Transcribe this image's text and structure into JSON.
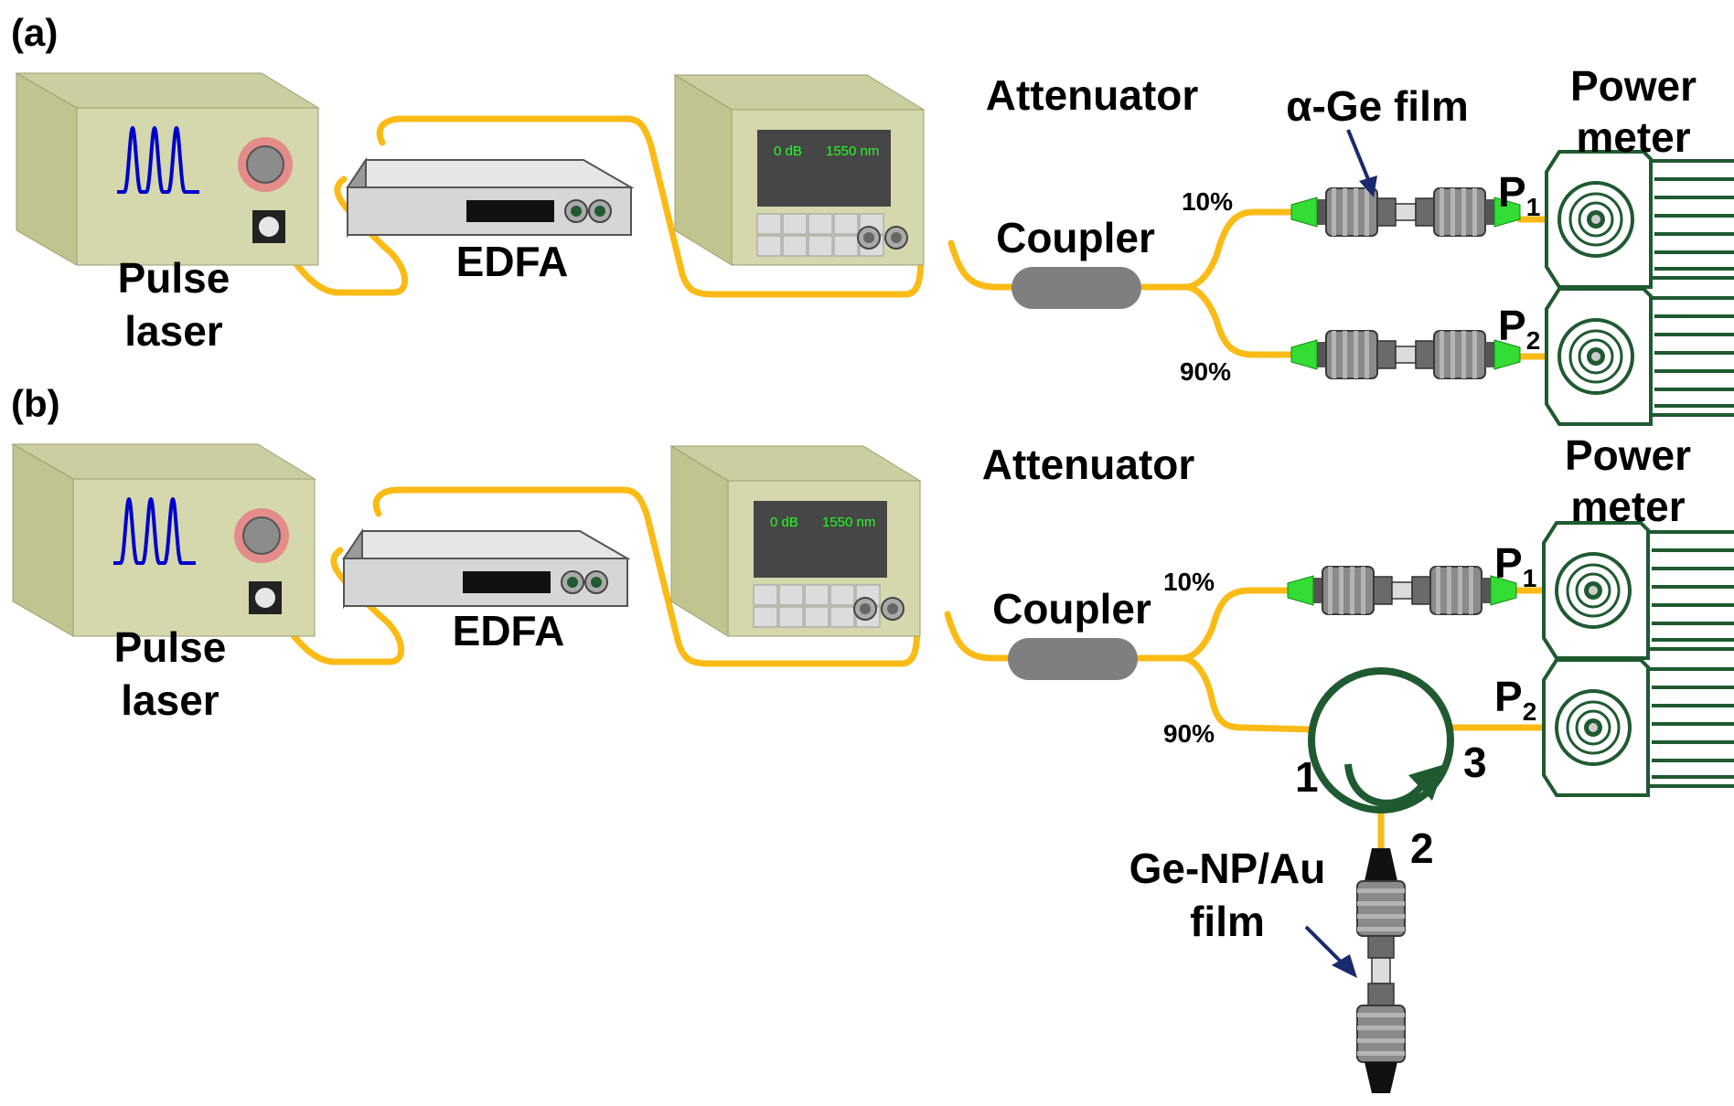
{
  "colors": {
    "box_front": "#d5d8ad",
    "box_side": "#c2c48f",
    "box_top": "#cbce9e",
    "fiber": "#fbbb16",
    "pulse": "#0000cc",
    "screen": "#464646",
    "screen_text": "#22ff22",
    "meter": "#1f5a30",
    "ferrule_green": "#33dd33",
    "arrow": "#1a2a6e"
  },
  "panel_a": {
    "label": "(a)",
    "pulse_laser": [
      "Pulse",
      "laser"
    ],
    "edfa": "EDFA",
    "attenuator": "Attenuator",
    "screen_db": "0 dB",
    "screen_nm": "1550 nm",
    "coupler": "Coupler",
    "split_top": "10%",
    "split_bottom": "90%",
    "film": "α-Ge film",
    "power_meter": [
      "Power",
      "meter"
    ],
    "p1": {
      "base": "P",
      "sub": "1"
    },
    "p2": {
      "base": "P",
      "sub": "2"
    }
  },
  "panel_b": {
    "label": "(b)",
    "pulse_laser": [
      "Pulse",
      "laser"
    ],
    "edfa": "EDFA",
    "attenuator": "Attenuator",
    "screen_db": "0 dB",
    "screen_nm": "1550 nm",
    "coupler": "Coupler",
    "split_top": "10%",
    "split_bottom": "90%",
    "power_meter": [
      "Power",
      "meter"
    ],
    "p1": {
      "base": "P",
      "sub": "1"
    },
    "p2": {
      "base": "P",
      "sub": "2"
    },
    "circulator_ports": [
      "1",
      "2",
      "3"
    ],
    "film": [
      "Ge-NP/Au",
      "film"
    ]
  }
}
